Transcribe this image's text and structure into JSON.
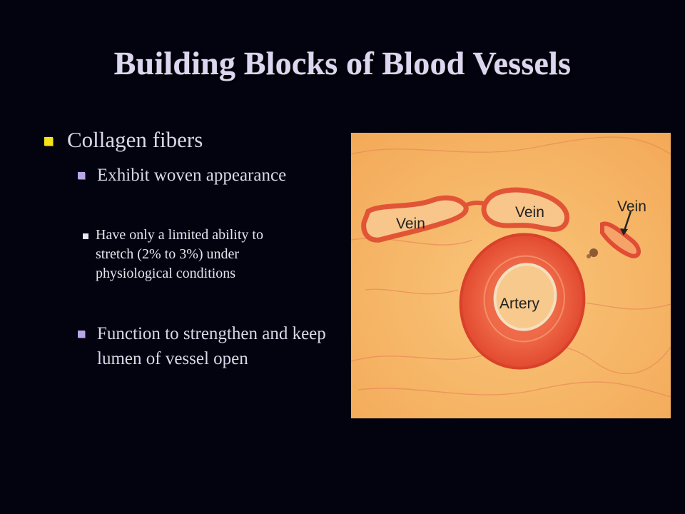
{
  "slide": {
    "title": "Building Blocks of Blood Vessels",
    "bullets": {
      "level1": "Collagen fibers",
      "level2a": "Exhibit woven appearance",
      "level3": "Have only a limited ability to stretch (2% to 3%) under physiological conditions",
      "level2b": "Function to strengthen and keep lumen of vessel open"
    }
  },
  "figure": {
    "labels": {
      "vein_left": "Vein",
      "vein_center": "Vein",
      "vein_right": "Vein",
      "artery": "Artery"
    },
    "colors": {
      "background": "#f7b865",
      "tissue": "#e8523a",
      "lumen": "#f8c98c"
    }
  },
  "colors": {
    "slide_background": "#02030f",
    "title": "#dcd6f0",
    "bullet_level1": "#f6e01a",
    "bullet_level2": "#b9a6e8",
    "text": "#d9d7e8"
  }
}
